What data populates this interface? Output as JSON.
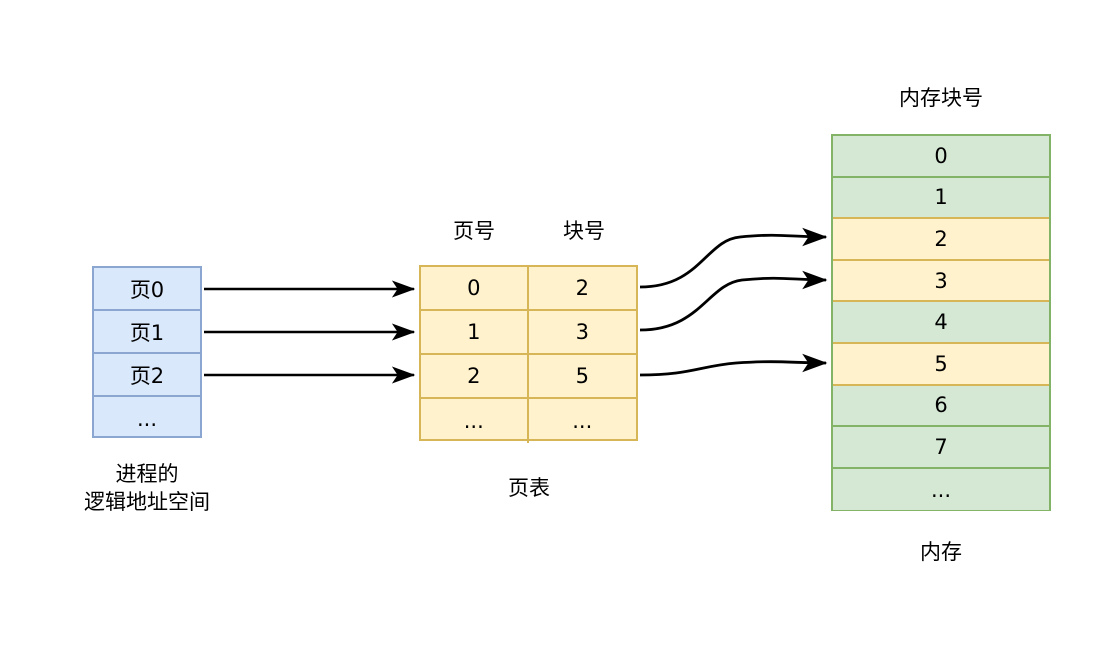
{
  "diagram": {
    "title_left": "进程的\n逻辑地址空间",
    "title_middle": "页表",
    "title_right": "内存",
    "header_memory": "内存块号"
  },
  "logical_space": {
    "cells": [
      {
        "label": "页0"
      },
      {
        "label": "页1"
      },
      {
        "label": "页2"
      },
      {
        "label": "..."
      }
    ],
    "caption_line1": "进程的",
    "caption_line2": "逻辑地址空间",
    "fill": "#dae8fc",
    "stroke": "#8ba7d1"
  },
  "page_table": {
    "header_page_no": "页号",
    "header_block_no": "块号",
    "rows": [
      {
        "page": "0",
        "block": "2"
      },
      {
        "page": "1",
        "block": "3"
      },
      {
        "page": "2",
        "block": "5"
      },
      {
        "page": "...",
        "block": "..."
      }
    ],
    "caption": "页表",
    "fill": "#fff2cc",
    "stroke": "#d6b656"
  },
  "memory": {
    "header": "内存块号",
    "cells": [
      {
        "label": "0",
        "allocated": false
      },
      {
        "label": "1",
        "allocated": false
      },
      {
        "label": "2",
        "allocated": true
      },
      {
        "label": "3",
        "allocated": true
      },
      {
        "label": "4",
        "allocated": false
      },
      {
        "label": "5",
        "allocated": true
      },
      {
        "label": "6",
        "allocated": false
      },
      {
        "label": "7",
        "allocated": false
      },
      {
        "label": "...",
        "allocated": false
      }
    ],
    "caption": "内存",
    "fill_free": "#d5e8d4",
    "stroke_free": "#82b366",
    "fill_alloc": "#fff2cc",
    "stroke_alloc": "#d6b656"
  },
  "arrows": {
    "stroke": "#000000",
    "straight_count": 3,
    "curved_count": 3
  }
}
